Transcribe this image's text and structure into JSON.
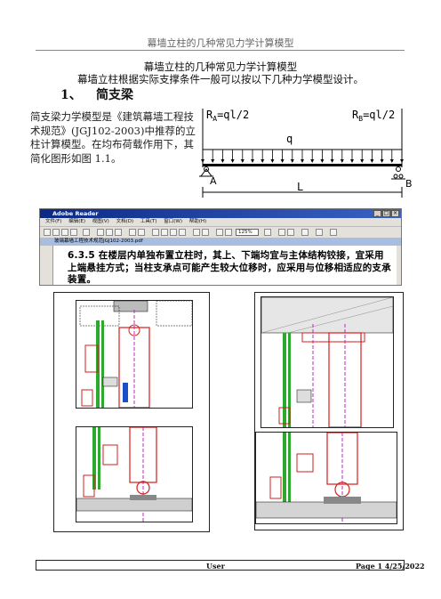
{
  "header": {
    "title": "幕墙立柱的几种常见力学计算模型"
  },
  "doc": {
    "title": "幕墙立柱的几种常见力学计算模型",
    "intro": "幕墙立柱根据实际支撑条件一般可以按以下几种力学模型设计。",
    "section_num": "1、",
    "section_title": "简支梁",
    "paragraph": "简支梁力学模型是《建筑幕墙工程技术规范》(JGJ102-2003)中推荐的立柱计算模型。在均布荷载作用下，其简化图形如图 1.1。"
  },
  "beam": {
    "ra": "R",
    "ra_sub": "A",
    "ra_expr": "=ql/2",
    "rb": "R",
    "rb_sub": "B",
    "rb_expr": "=ql/2",
    "q": "q",
    "a": "A",
    "b": "B",
    "l": "L"
  },
  "reader": {
    "title": "Adobe Reader",
    "menu": [
      "文件(F)",
      "编辑(E)",
      "视图(V)",
      "文档(D)",
      "工具(T)",
      "窗口(W)",
      "帮助(H)"
    ],
    "zoom": "125%",
    "tab": "玻璃幕墙工程技术规范JGJ102-2003.pdf",
    "clause": "6.3.5  在楼层内单独布置立柱时，其上、下端均宜与主体结构铰接，宜采用上端悬挂方式；当柱支承点可能产生较大位移时，应采用与位移相适应的支承装置。"
  },
  "footer": {
    "user": "User",
    "page": "Page  1  4/25/2022"
  },
  "colors": {
    "red": "#d11f1f",
    "magenta": "#c02ac0",
    "green": "#2fa82f",
    "blue": "#1b4fc7"
  }
}
